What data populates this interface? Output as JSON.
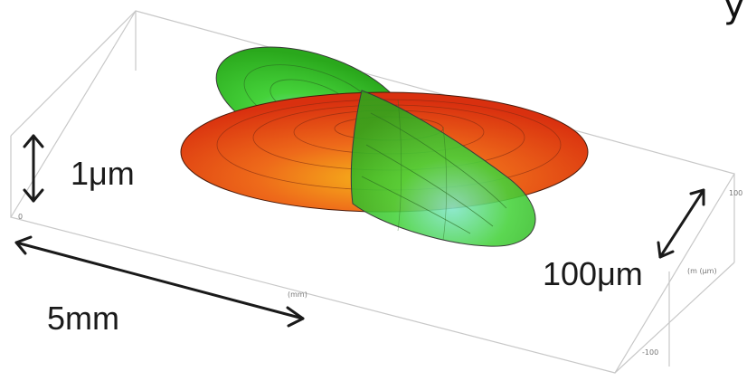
{
  "labels": {
    "height": "1μm",
    "depth": "100μm",
    "length": "5mm",
    "corner_axis": "y"
  },
  "axis_ticks": {
    "depth_axis_title": "(m (μm)",
    "length_axis_title": "(mm)",
    "tick_100": "100",
    "tick_neg100": "-100",
    "tick_0": "0"
  },
  "colors": {
    "lobe_red": "#ee3a1a",
    "lobe_red_highlight": "#f5a11a",
    "lobe_green": "#3fcf2a",
    "lobe_green_highlight": "#6fe0a0",
    "box_edge": "#c8c8c8",
    "arrow": "#1a1a1a"
  }
}
